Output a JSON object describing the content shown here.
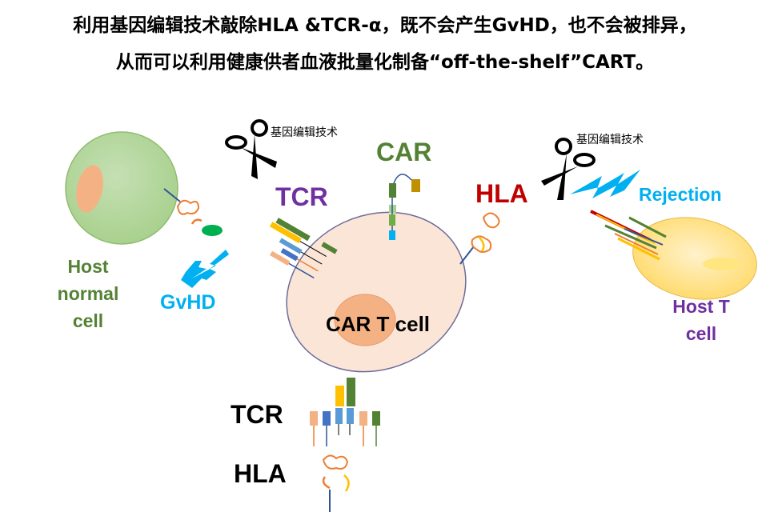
{
  "title": {
    "line1": "利用基因编辑技术敲除HLA &TCR-α，既不会产生GvHD，也不会被排异，",
    "line2": "从而可以利用健康供者血液批量化制备“off-the-shelf”CART。"
  },
  "labels": {
    "host_normal_cell": [
      "Host",
      "normal",
      "cell"
    ],
    "gvhd": "GvHD",
    "gene_editing_left": "基因编辑技术",
    "gene_editing_right": "基因编辑技术",
    "tcr_top": "TCR",
    "car": "CAR",
    "hla_top": "HLA",
    "rejection": "Rejection",
    "car_t_cell": "CAR T cell",
    "host_t_cell": [
      "Host T",
      "cell"
    ],
    "tcr_legend": "TCR",
    "hla_legend": "HLA"
  },
  "colors": {
    "host_cell_fill": "#a9d18e",
    "host_t_fill": "#ffd966",
    "car_t_fill": "#fbe5d6",
    "nucleus": "#f4b183",
    "green_text": "#548235",
    "purple_text": "#7030a0",
    "blue_text": "#00b0f0",
    "red_text": "#c00000",
    "lightning": "#00b0f0"
  }
}
